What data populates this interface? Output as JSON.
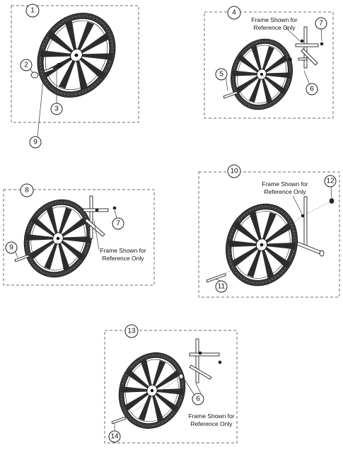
{
  "panels": [
    {
      "id": "p1",
      "label": "1",
      "parts": [
        "2",
        "3",
        "9"
      ]
    },
    {
      "id": "p4",
      "label": "4",
      "parts": [
        "5",
        "6",
        "7"
      ],
      "note": [
        "Frame Shown for",
        "Reference Only"
      ]
    },
    {
      "id": "p8",
      "label": "8",
      "parts": [
        "7",
        "9"
      ],
      "note": [
        "Frame Shown for",
        "Reference Only"
      ]
    },
    {
      "id": "p10",
      "label": "10",
      "parts": [
        "11",
        "12"
      ],
      "note": [
        "Frame Shown for",
        "Reference Only"
      ]
    },
    {
      "id": "p13",
      "label": "13",
      "parts": [
        "6",
        "14"
      ],
      "note": [
        "Frame Shown for",
        "Reference Only"
      ]
    }
  ]
}
